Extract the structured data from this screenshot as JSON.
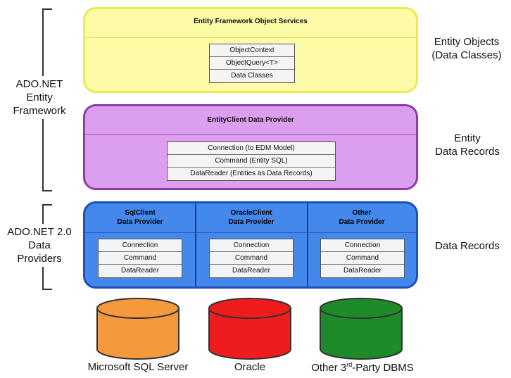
{
  "layers": {
    "object_services": {
      "title": "Entity Framework Object Services",
      "items": [
        "ObjectContext",
        "ObjectQuery<T>",
        "Data Classes"
      ]
    },
    "entity_client": {
      "title": "EntityClient Data Provider",
      "items": [
        "Connection (to EDM Model)",
        "Command (Entity SQL)",
        "DataReader (Entities as Data Records)"
      ]
    },
    "providers": [
      {
        "title_line1": "SqlClient",
        "title_line2": "Data Provider",
        "items": [
          "Connection",
          "Command",
          "DataReader"
        ]
      },
      {
        "title_line1": "OracleClient",
        "title_line2": "Data Provider",
        "items": [
          "Connection",
          "Command",
          "DataReader"
        ]
      },
      {
        "title_line1": "Other",
        "title_line2": "Data Provider",
        "items": [
          "Connection",
          "Command",
          "DataReader"
        ]
      }
    ]
  },
  "left_labels": {
    "ef": {
      "line1": "ADO.NET",
      "line2": "Entity",
      "line3": "Framework"
    },
    "providers": {
      "line1": "ADO.NET 2.0",
      "line2": "Data",
      "line3": "Providers"
    }
  },
  "right_labels": {
    "objects": {
      "line1": "Entity Objects",
      "line2": "(Data Classes)"
    },
    "records": {
      "line1": "Entity",
      "line2": "Data Records"
    },
    "data": {
      "line1": "Data Records"
    }
  },
  "databases": [
    {
      "label": "Microsoft SQL Server",
      "color": "#f59a3c"
    },
    {
      "label": "Oracle",
      "color": "#ee1c1c"
    },
    {
      "label_pre": "Other 3",
      "label_sup": "rd",
      "label_post": "-Party DBMS",
      "color": "#1e8a2a"
    }
  ]
}
